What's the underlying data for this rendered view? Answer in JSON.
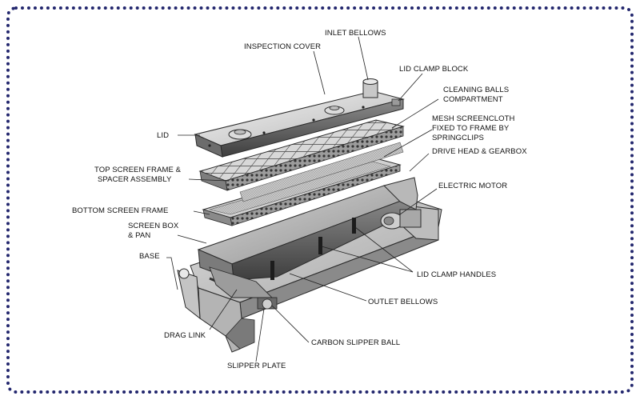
{
  "labels": {
    "inlet_bellows": "INLET BELLOWS",
    "inspection_cover": "INSPECTION COVER",
    "lid_clamp_block": "LID CLAMP BLOCK",
    "cleaning_balls_1": "CLEANING BALLS",
    "cleaning_balls_2": "COMPARTMENT",
    "mesh_1": "MESH SCREENCLOTH",
    "mesh_2": "FIXED TO FRAME BY",
    "mesh_3": "SPRINGCLIPS",
    "drive_head": "DRIVE HEAD & GEARBOX",
    "lid": "LID",
    "top_frame_1": "TOP SCREEN FRAME &",
    "top_frame_2": "SPACER ASSEMBLY",
    "electric_motor": "ELECTRIC MOTOR",
    "bottom_frame": "BOTTOM SCREEN FRAME",
    "screen_box_1": "SCREEN BOX",
    "screen_box_2": "& PAN",
    "base": "BASE",
    "lid_clamp_handles": "LID CLAMP HANDLES",
    "outlet_bellows": "OUTLET BELLOWS",
    "drag_link": "DRAG LINK",
    "carbon_slipper_ball": "CARBON SLIPPER BALL",
    "slipper_plate": "SLIPPER PLATE"
  },
  "colors": {
    "border": "#23276e",
    "metal_light": "#e6e6e6",
    "metal_mid": "#b9b9b9",
    "metal_dark": "#6a6a6a",
    "outline": "#2a2a2a"
  }
}
